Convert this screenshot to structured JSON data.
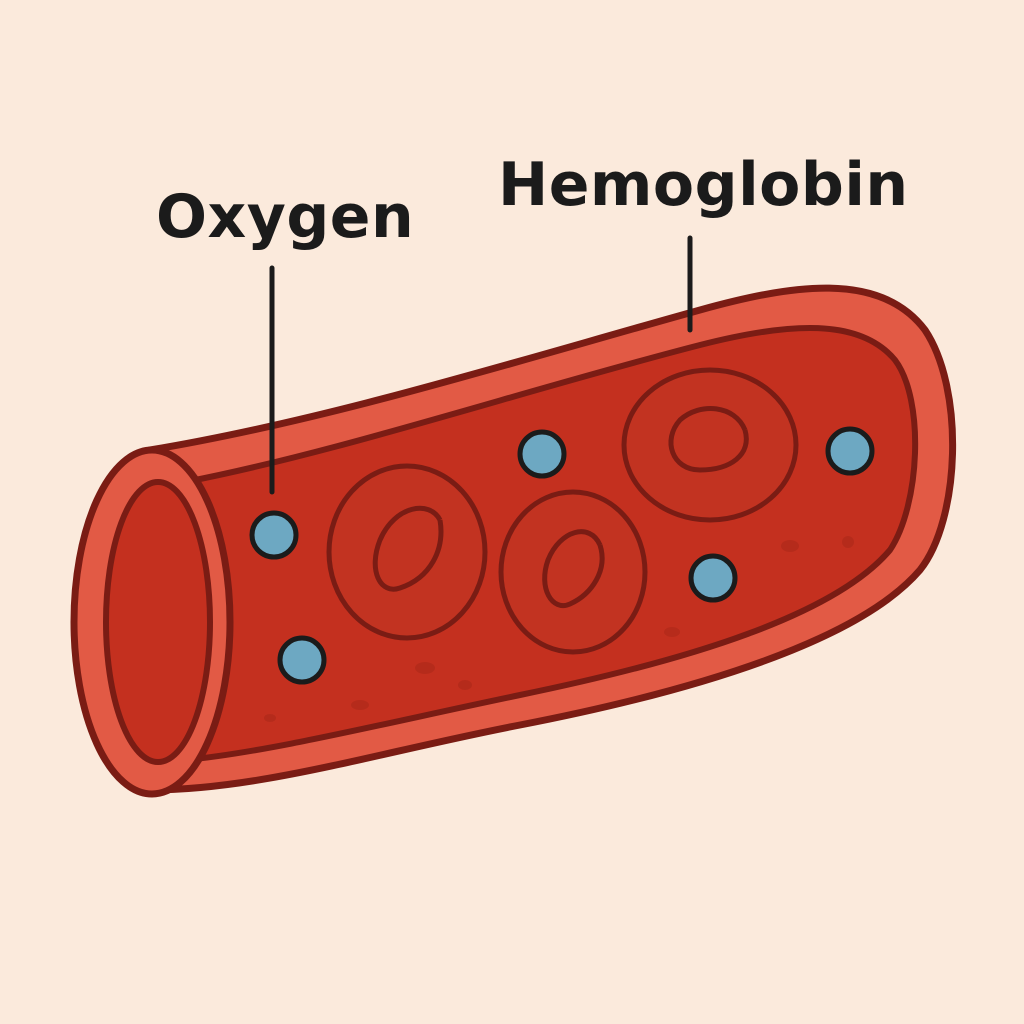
{
  "labels": {
    "oxygen": "Oxygen",
    "hemoglobin": "Hemoglobin"
  },
  "colors": {
    "background": "#fbeadc",
    "vessel_outline": "#7a1c14",
    "vessel_wall": "#e25a45",
    "vessel_interior": "#c4301f",
    "blood_cell": "#c23321",
    "oxygen_molecule": "#6da8c2",
    "leader_line": "#1b1b1b"
  },
  "diagram": {
    "blood_cells": [
      "red-blood-cell",
      "red-blood-cell",
      "red-blood-cell"
    ],
    "oxygen_molecules": [
      "oxygen-molecule",
      "oxygen-molecule",
      "oxygen-molecule",
      "oxygen-molecule",
      "oxygen-molecule"
    ]
  }
}
